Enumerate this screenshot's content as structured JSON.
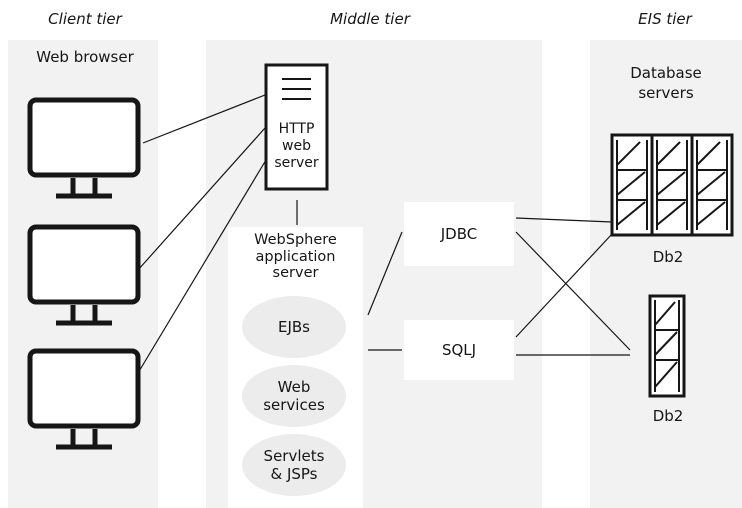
{
  "tiers": {
    "client": "Client tier",
    "middle": "Middle tier",
    "eis": "EIS tier"
  },
  "client": {
    "web_browser": "Web browser"
  },
  "middle": {
    "http_server": "HTTP\nweb\nserver",
    "websphere": "WebSphere\napplication\nserver",
    "ejbs": "EJBs",
    "web_services": "Web\nservices",
    "servlets": "Servlets\n& JSPs",
    "jdbc": "JDBC",
    "sqlj": "SQLJ"
  },
  "eis": {
    "database_servers": "Database\nservers",
    "db2_top": "Db2",
    "db2_bottom": "Db2"
  }
}
